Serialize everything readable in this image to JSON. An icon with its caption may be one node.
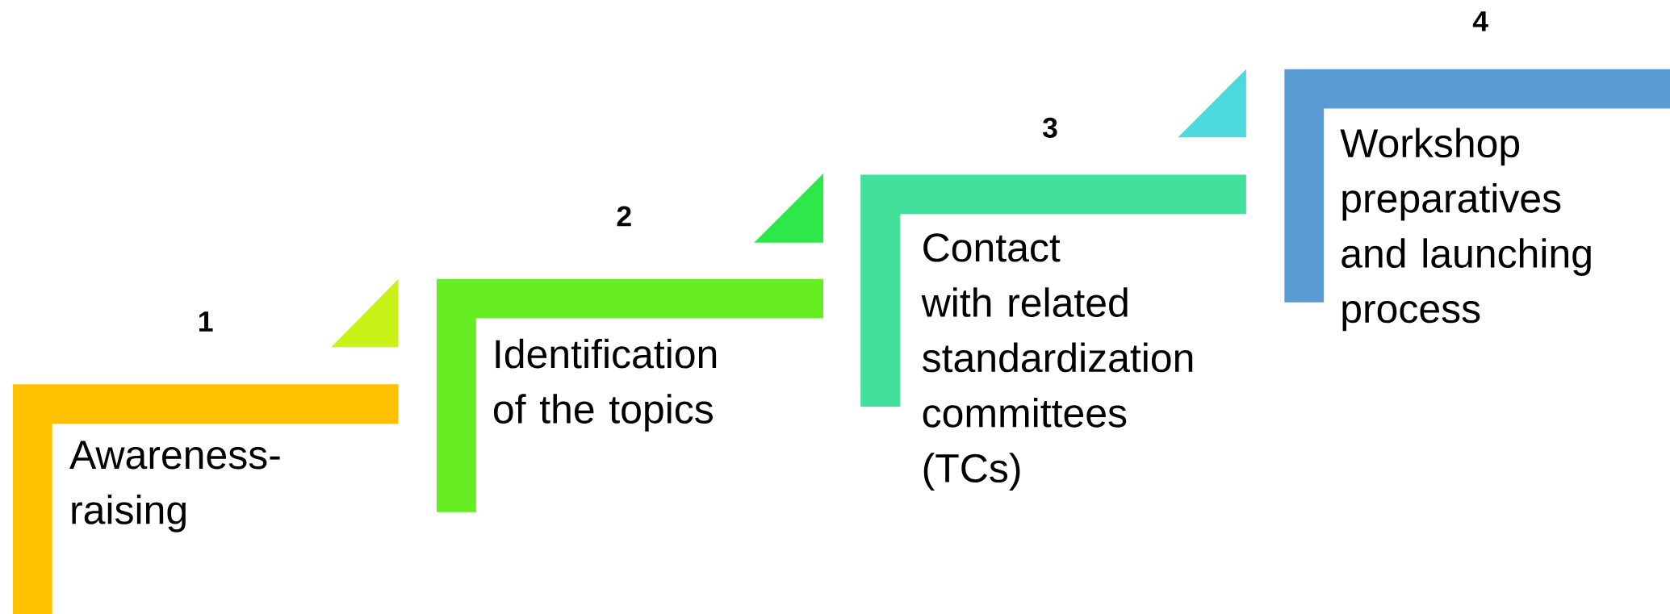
{
  "diagram": {
    "nodes": [
      {
        "text": [
          "1",
          "Awareness-raising"
        ]
      },
      {
        "text": [
          "2",
          "Identification of the topics"
        ]
      },
      {
        "text": [
          "3",
          "Contact with related standardization committees (TCs)"
        ]
      },
      {
        "text": [
          "4",
          "Workshop preparatives and launching process"
        ]
      }
    ]
  }
}
